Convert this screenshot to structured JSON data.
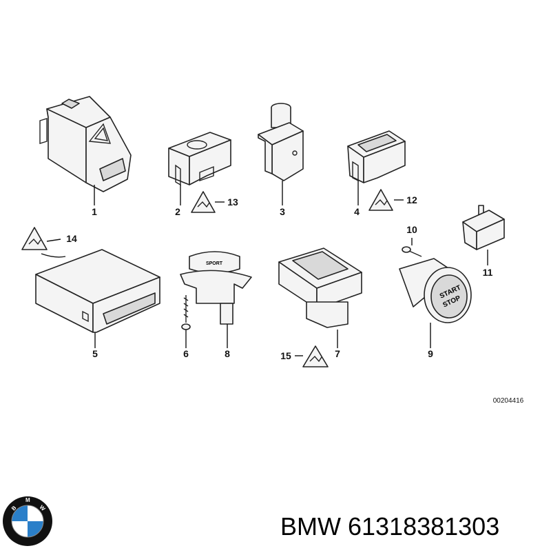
{
  "diagram": {
    "callouts": [
      "1",
      "2",
      "3",
      "4",
      "5",
      "6",
      "7",
      "8",
      "9",
      "10",
      "11",
      "12",
      "13",
      "14",
      "15"
    ],
    "warning_refs": [
      "13",
      "12",
      "14",
      "15"
    ],
    "sport_label": "SPORT",
    "start_stop_label": [
      "START",
      "STOP"
    ],
    "reference_code": "00204416"
  },
  "footer": {
    "logo_letters": "BMW",
    "caption": "BMW 61318381303"
  },
  "colors": {
    "ink": "#222222",
    "part_fill": "#f4f4f4",
    "logo_blue": "#2a7fc9",
    "logo_ring": "#111111"
  }
}
